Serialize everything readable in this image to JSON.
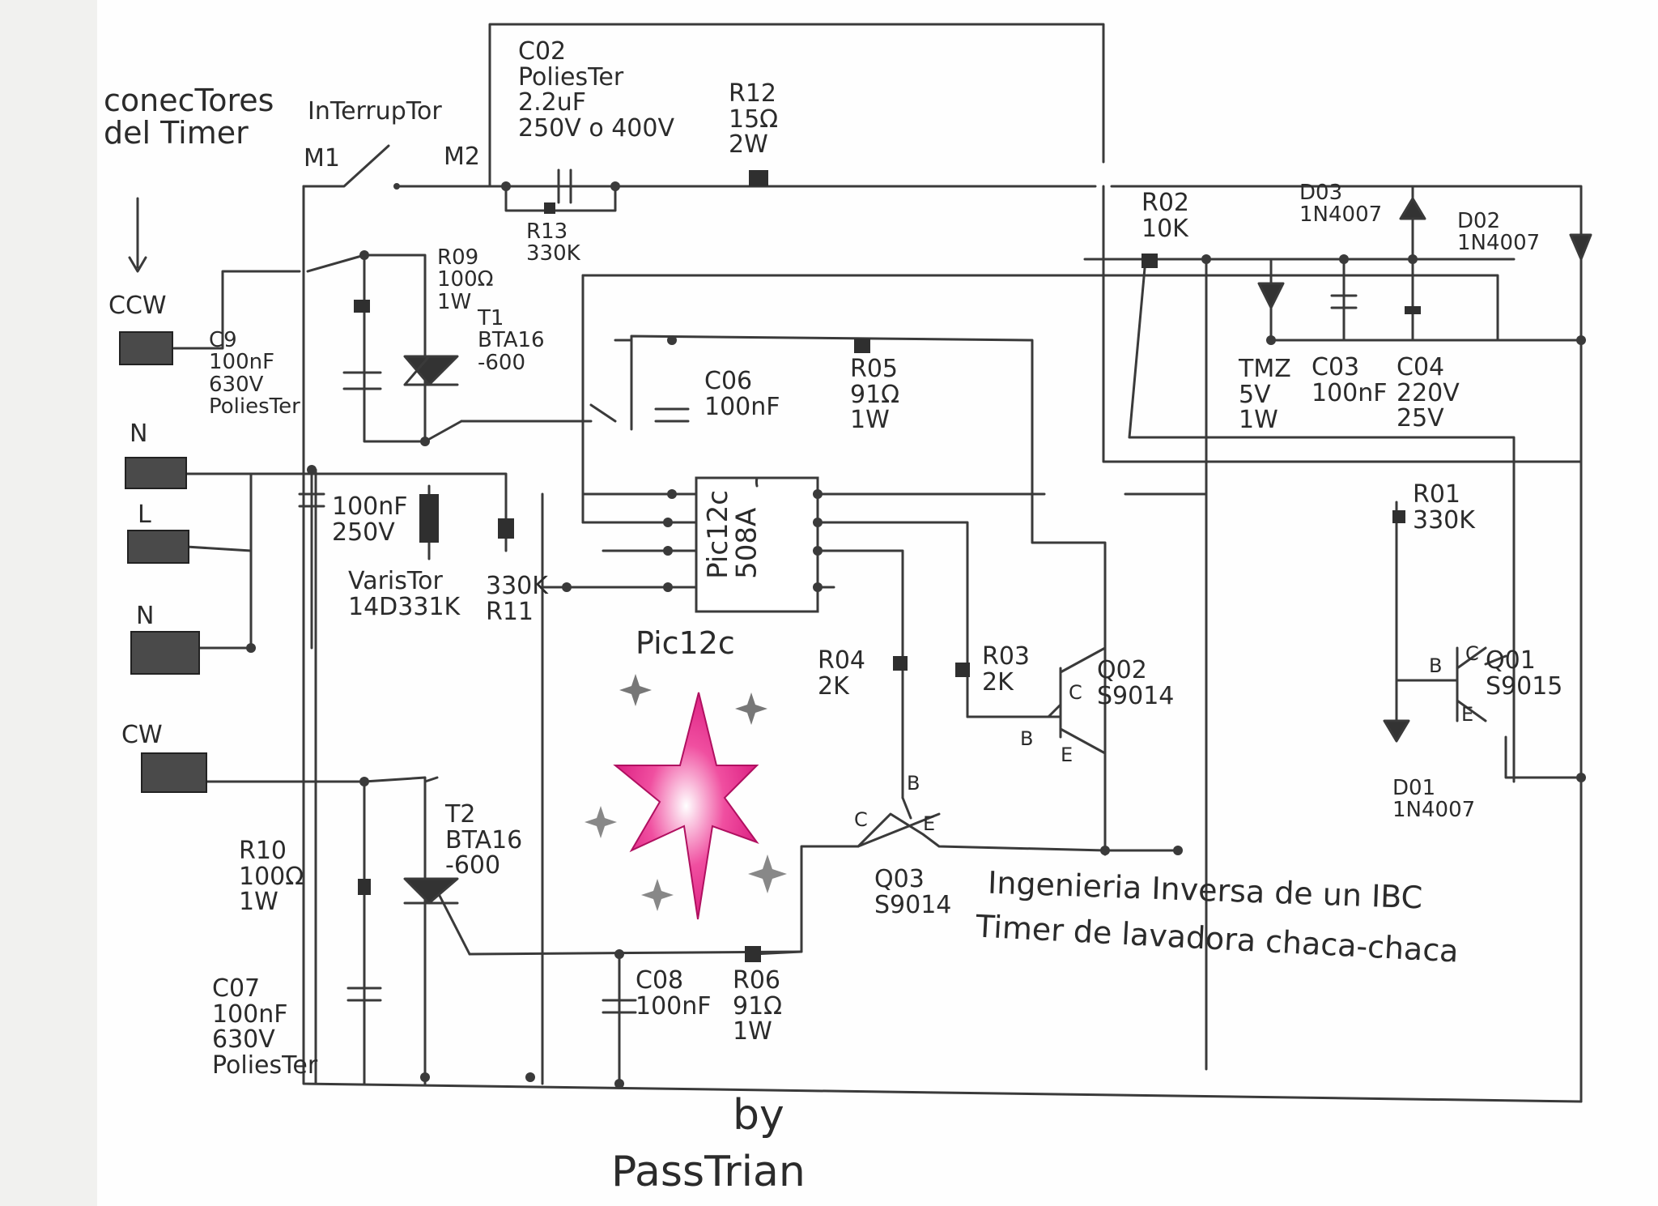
{
  "title": {
    "line1": "Ingenieria Inversa de un IBC",
    "line2": "Timer de lavadora chaca-chaca"
  },
  "author": {
    "by": "by",
    "name": "PassTrian"
  },
  "connectors": {
    "header": "conecTores\ndel Timer",
    "ccw": "CCW",
    "n1": "N",
    "l": "L",
    "n2": "N",
    "cw": "CW"
  },
  "switch": {
    "title": "InTerrupTor",
    "m1": "M1",
    "m2": "M2"
  },
  "components": {
    "c02": "C02\nPoliesTer\n2.2uF\n250V o 400V",
    "r12": "R12\n15Ω\n2W",
    "r13": "R13\n330K",
    "r09": "R09\n100Ω\n1W",
    "t1": "T1\nBTA16\n-600",
    "c9": "C9\n100nF\n630V\nPoliesTer",
    "c06": "C06\n100nF",
    "r05": "R05\n91Ω\n1W",
    "r02": "R02\n10K",
    "d03": "D03\n1N4007",
    "d02": "D02\n1N4007",
    "tmz": "TMZ\n5V\n1W",
    "c03": "C03\n100nF",
    "c04": "C04\n220V\n25V",
    "c_var": "100nF\n250V",
    "varistor": "VarisTor\n14D331K",
    "r11": "330K\nR11",
    "pic_chip": "Pic12c\n508A",
    "pic_label": "Pic12c",
    "r04": "R04\n2K",
    "r03": "R03\n2K",
    "q02": "Q02\nS9014",
    "r01": "R01\n330K",
    "q01": "Q01\nS9015",
    "d01": "D01\n1N4007",
    "t2": "T2\nBTA16\n-600",
    "r10": "R10\n100Ω\n1W",
    "c07": "C07\n100nF\n630V\nPoliesTer",
    "c08": "C08\n100nF",
    "r06": "R06\n91Ω\n1W",
    "q03": "Q03\nS9014"
  },
  "pins": {
    "c": "C",
    "b": "B",
    "e": "E"
  }
}
